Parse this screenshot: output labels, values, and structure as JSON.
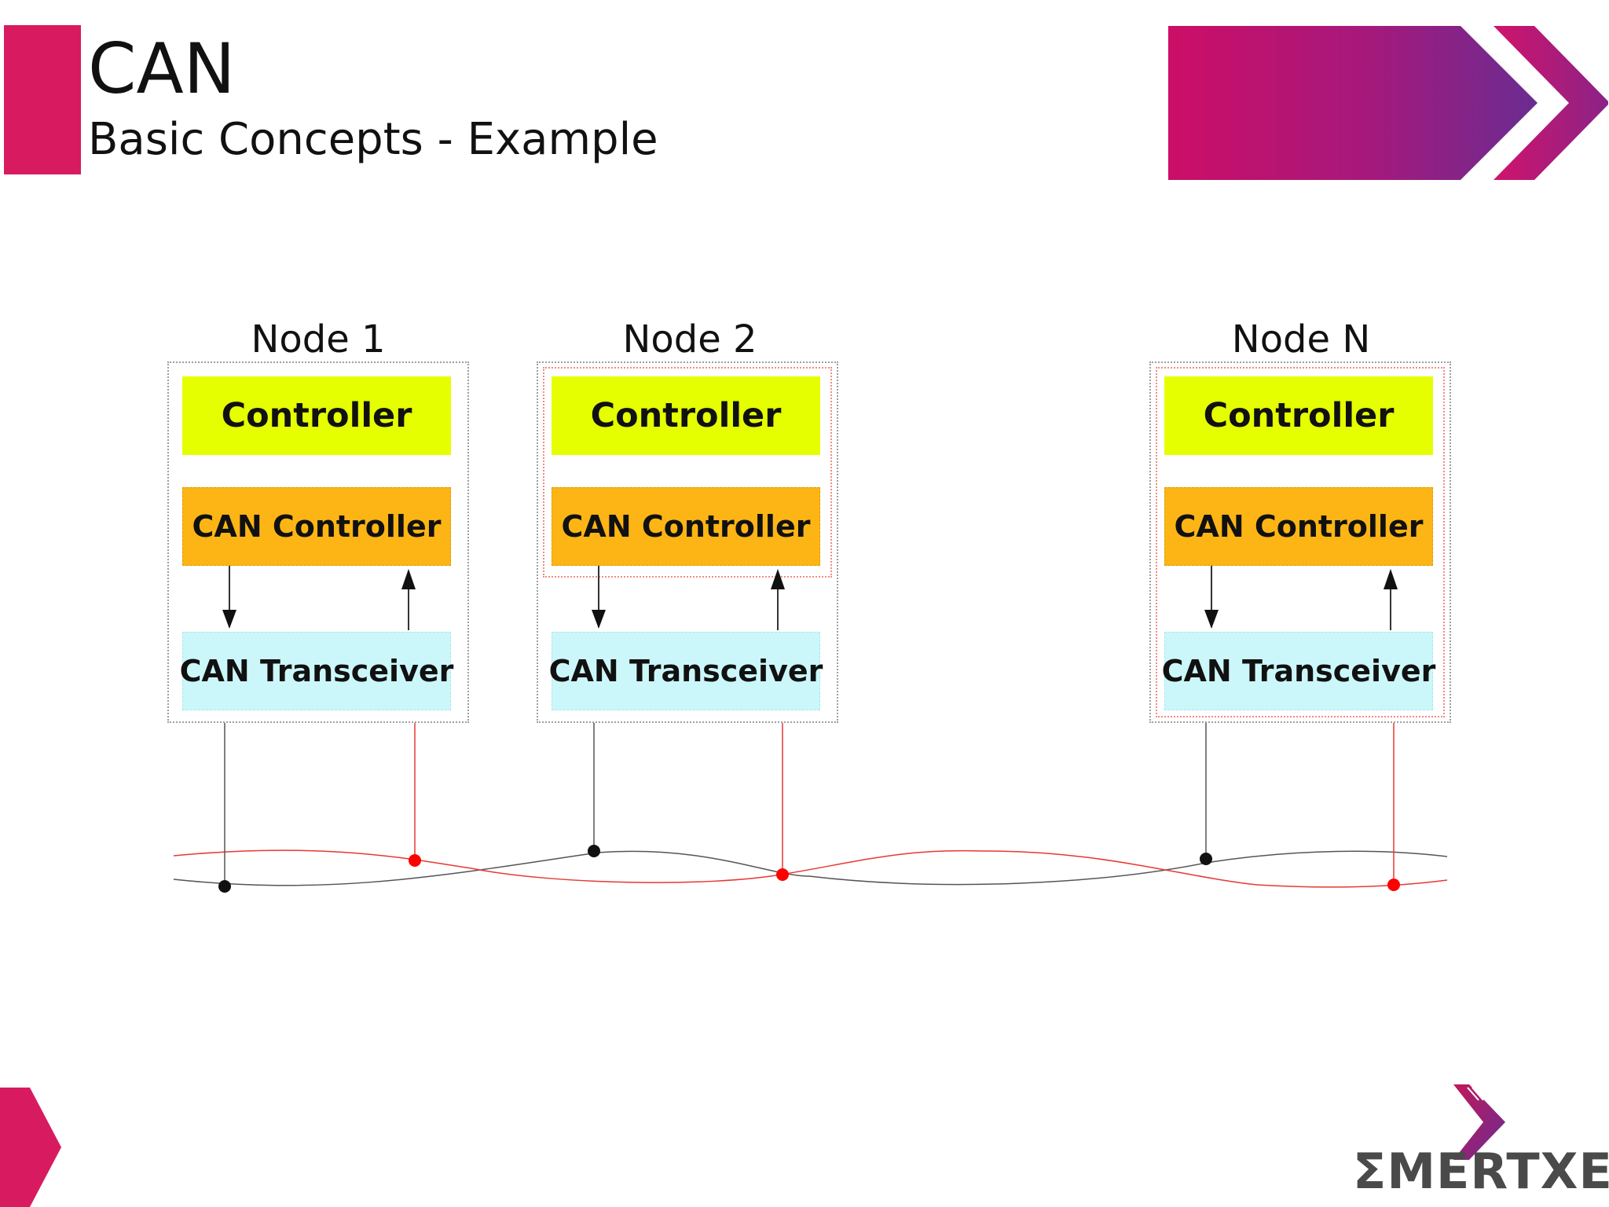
{
  "slide": {
    "title": "CAN",
    "subtitle": "Basic Concepts - Example"
  },
  "nodes": [
    {
      "label": "Node 1",
      "controller": "Controller",
      "can_controller": "CAN Controller",
      "can_transceiver": "CAN Transceiver"
    },
    {
      "label": "Node 2",
      "controller": "Controller",
      "can_controller": "CAN Controller",
      "can_transceiver": "CAN Transceiver"
    },
    {
      "label": "Node N",
      "controller": "Controller",
      "can_controller": "CAN Controller",
      "can_transceiver": "CAN Transceiver"
    }
  ],
  "colors": {
    "brand_magenta": "#d81b60",
    "brand_purple": "#6a2c91",
    "controller": "#e5ff00",
    "can_controller": "#fdb515",
    "can_transceiver": "#ccf7fa",
    "can_high_wire": "#e53935",
    "can_low_wire": "#555555"
  },
  "logo": {
    "text": "ΣMERTXE"
  }
}
